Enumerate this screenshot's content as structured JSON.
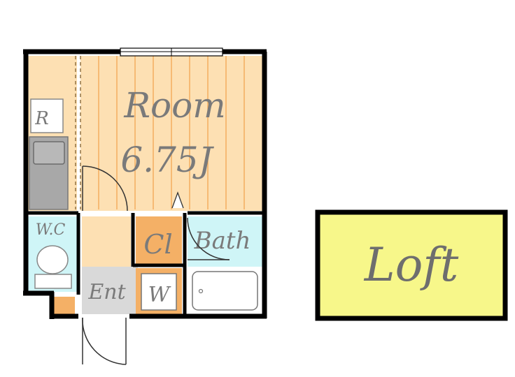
{
  "rooms": {
    "main_room_name": "Room",
    "main_room_size": "6.75J",
    "refrigerator": "R",
    "toilet": "W.C",
    "closet": "Cl",
    "bath": "Bath",
    "entrance": "Ent",
    "washer": "W",
    "loft": "Loft"
  },
  "colors": {
    "floor_wood": "#fde0b3",
    "floor_wood_lines": "#f2a04a",
    "wet_area": "#cff5f7",
    "closet": "#f4b066",
    "entrance_tile": "#d9d9d9",
    "kitchen_counter": "#a8a8a8",
    "loft": "#f7f78a",
    "walls": "#000000"
  }
}
